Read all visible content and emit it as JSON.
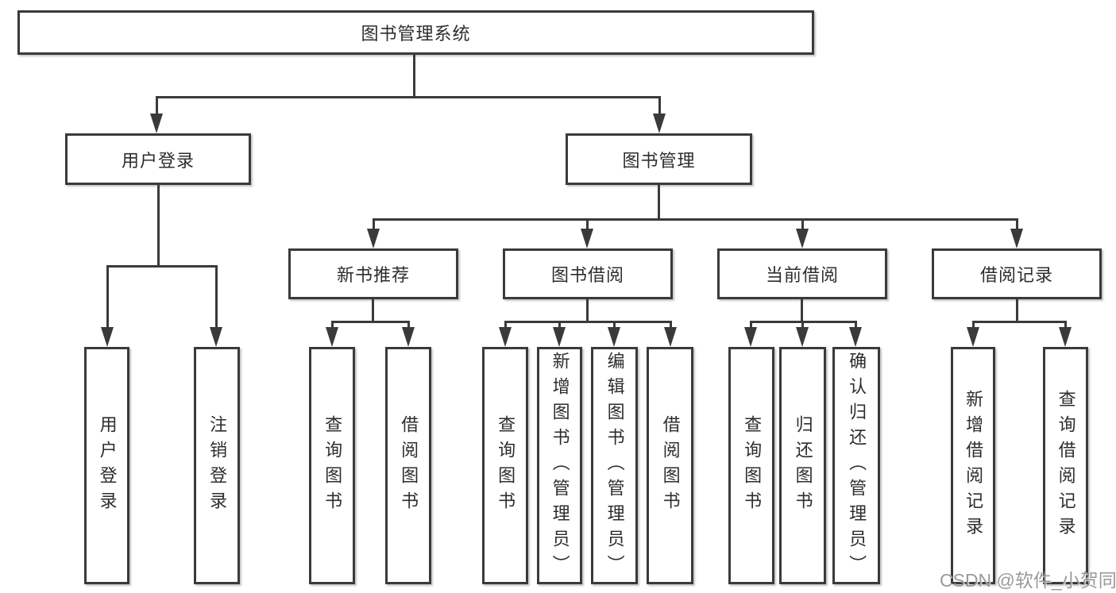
{
  "watermark": "CSDN @软件_小贺同学",
  "colors": {
    "line": "#3a3a3a",
    "text": "#2d2d2d",
    "watermark": "#919191"
  },
  "tree": {
    "root": {
      "label": "图书管理系统",
      "children": [
        {
          "label": "用户登录",
          "children": [
            {
              "label": "用户登录"
            },
            {
              "label": "注销登录"
            }
          ]
        },
        {
          "label": "图书管理",
          "children": [
            {
              "label": "新书推荐",
              "children": [
                {
                  "label": "查询图书"
                },
                {
                  "label": "借阅图书"
                }
              ]
            },
            {
              "label": "图书借阅",
              "children": [
                {
                  "label": "查询图书"
                },
                {
                  "label": "新增图书（管理员）"
                },
                {
                  "label": "编辑图书（管理员）"
                },
                {
                  "label": "借阅图书"
                }
              ]
            },
            {
              "label": "当前借阅",
              "children": [
                {
                  "label": "查询图书"
                },
                {
                  "label": "归还图书"
                },
                {
                  "label": "确认归还（管理员）"
                }
              ]
            },
            {
              "label": "借阅记录",
              "children": [
                {
                  "label": "新增借阅记录"
                },
                {
                  "label": "查询借阅记录"
                }
              ]
            }
          ]
        }
      ]
    }
  }
}
